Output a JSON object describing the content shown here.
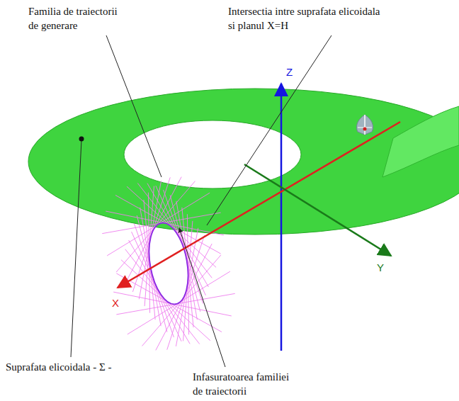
{
  "diagram": {
    "labels": [
      "Familia de traiectorii de generare",
      "Intersectia intre suprafata elicoidala si planul X=H",
      "Z",
      "Y",
      "X",
      "Suprafata elicoidala - Σ -",
      "Infasuratoarea familiei de traiectorii"
    ]
  }
}
